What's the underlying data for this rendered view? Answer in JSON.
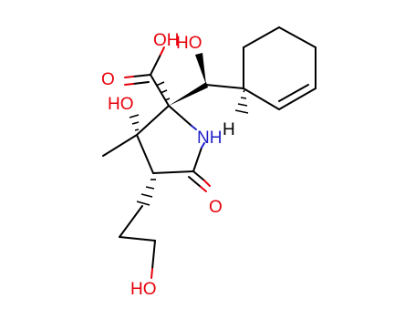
{
  "molecule": {
    "atom_labels": {
      "cooh_oh": "OH",
      "cooh_o": "O",
      "hydroxymethyl_oh": "HO",
      "ring_oh": "HO",
      "nh": "NH",
      "h_stereo": "H",
      "lactam_o": "O",
      "ethyl_oh": "HO"
    },
    "colors": {
      "bond": "#000000",
      "oxygen": "#e8000b",
      "nitrogen": "#2020c8"
    }
  }
}
